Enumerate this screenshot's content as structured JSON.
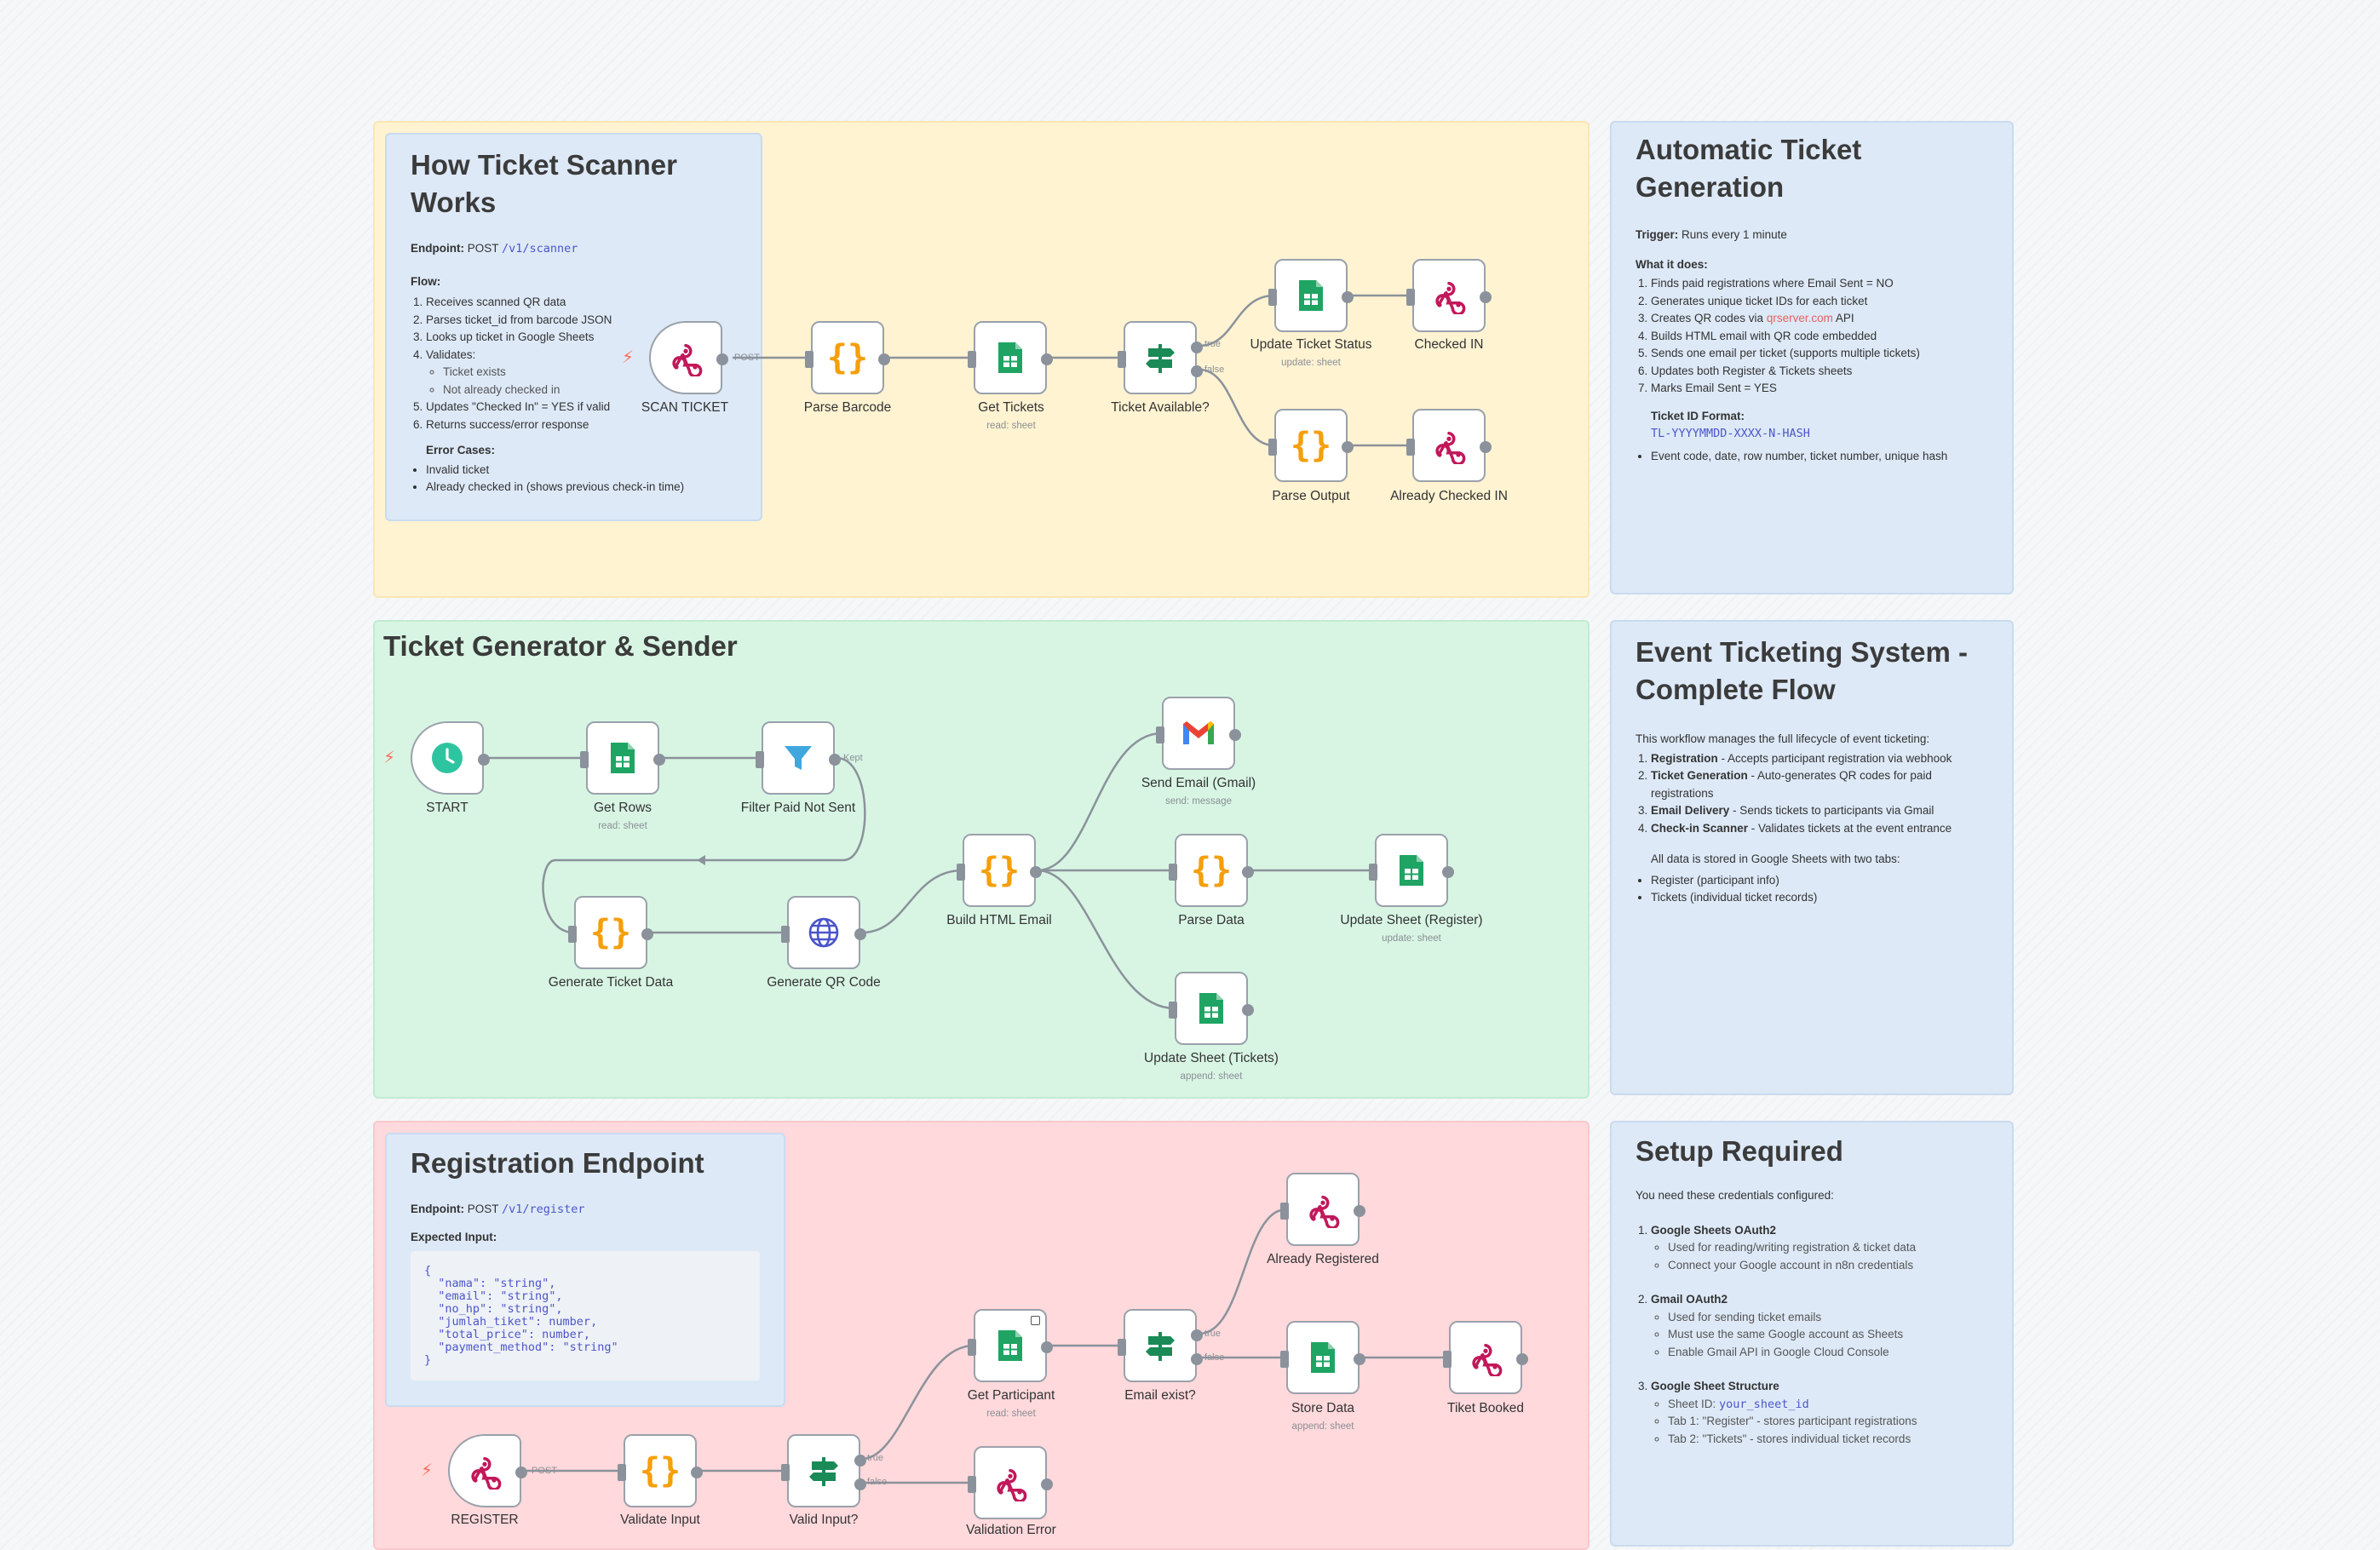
{
  "scanner": {
    "title": "How Ticket Scanner Works",
    "endpoint_label": "Endpoint:",
    "endpoint_method": "POST",
    "endpoint_path": "/v1/scanner",
    "flow_label": "Flow:",
    "flow": [
      "Receives scanned QR data",
      "Parses ticket_id from barcode JSON",
      "Looks up ticket in Google Sheets",
      "Validates:",
      "Updates \"Checked In\" = YES if valid",
      "Returns success/error response"
    ],
    "validates": [
      "Ticket exists",
      "Not already checked in"
    ],
    "errors_label": "Error Cases:",
    "errors": [
      "Invalid ticket",
      "Already checked in (shows previous check-in time)"
    ]
  },
  "auto": {
    "title": "Automatic Ticket Generation",
    "trigger_label": "Trigger:",
    "trigger_text": "Runs every 1 minute",
    "what_label": "What it does:",
    "steps": [
      "Finds paid registrations where Email Sent = NO",
      "Generates unique ticket IDs for each ticket",
      "Creates QR codes via ",
      "Builds HTML email with QR code embedded",
      "Sends one email per ticket (supports multiple tickets)",
      "Updates both Register & Tickets sheets",
      "Marks Email Sent = YES"
    ],
    "qr_service": "qrserver.com",
    "qr_suffix": " API",
    "format_label": "Ticket ID Format:",
    "format_code": "TL-YYYYMMDD-XXXX-N-HASH",
    "format_desc": "Event code, date, row number, ticket number, unique hash"
  },
  "generator": {
    "title": "Ticket Generator & Sender"
  },
  "system": {
    "title": "Event Ticketing System - Complete Flow",
    "intro": "This workflow manages the full lifecycle of event ticketing:",
    "items": [
      {
        "b": "Registration",
        "t": " - Accepts participant registration via webhook"
      },
      {
        "b": "Ticket Generation",
        "t": " - Auto-generates QR codes for paid registrations"
      },
      {
        "b": "Email Delivery",
        "t": " - Sends tickets to participants via Gmail"
      },
      {
        "b": "Check-in Scanner",
        "t": " - Validates tickets at the event entrance"
      }
    ],
    "stored": "All data is stored in Google Sheets with two tabs:",
    "tabs": [
      "Register (participant info)",
      "Tickets (individual ticket records)"
    ]
  },
  "registration": {
    "title": "Registration Endpoint",
    "endpoint_label": "Endpoint:",
    "endpoint_method": "POST",
    "endpoint_path": "/v1/register",
    "input_label": "Expected Input:",
    "json": "{\n  \"nama\": \"string\",\n  \"email\": \"string\",\n  \"no_hp\": \"string\",\n  \"jumlah_tiket\": number,\n  \"total_price\": number,\n  \"payment_method\": \"string\"\n}"
  },
  "setup": {
    "title": "Setup Required",
    "intro": "You need these credentials configured:",
    "s1": "Google Sheets OAuth2",
    "s1_items": [
      "Used for reading/writing registration & ticket data",
      "Connect your Google account in n8n credentials"
    ],
    "s2": "Gmail OAuth2",
    "s2_items": [
      "Used for sending ticket emails",
      "Must use the same Google account as Sheets",
      "Enable Gmail API in Google Cloud Console"
    ],
    "s3": "Google Sheet Structure",
    "s3_sheet_label": "Sheet ID: ",
    "s3_sheet_code": "your_sheet_id",
    "s3_items": [
      "Tab 1: \"Register\" - stores participant registrations",
      "Tab 2: \"Tickets\" - stores individual ticket records"
    ]
  },
  "nodes": {
    "scan_ticket": "SCAN TICKET",
    "parse_barcode": "Parse Barcode",
    "get_tickets": "Get Tickets",
    "get_tickets_sub": "read: sheet",
    "ticket_available": "Ticket Available?",
    "update_ticket_status": "Update Ticket Status",
    "update_ticket_status_sub": "update: sheet",
    "checked_in": "Checked IN",
    "parse_output": "Parse Output",
    "already_checked_in": "Already Checked IN",
    "start": "START",
    "get_rows": "Get Rows",
    "get_rows_sub": "read: sheet",
    "filter_paid": "Filter Paid Not Sent",
    "generate_ticket_data": "Generate Ticket Data",
    "generate_qr": "Generate QR Code",
    "build_html": "Build HTML Email",
    "send_email": "Send Email (Gmail)",
    "send_email_sub": "send: message",
    "parse_data": "Parse Data",
    "update_register": "Update Sheet (Register)",
    "update_register_sub": "update: sheet",
    "update_tickets": "Update Sheet (Tickets)",
    "update_tickets_sub": "append: sheet",
    "register": "REGISTER",
    "validate_input": "Validate Input",
    "valid_input": "Valid Input?",
    "validation_error": "Validation Error",
    "get_participant": "Get Participant",
    "get_participant_sub": "read: sheet",
    "email_exist": "Email exist?",
    "already_registered": "Already Registered",
    "store_data": "Store Data",
    "store_data_sub": "append: sheet",
    "ticket_booked": "Tiket Booked"
  },
  "ports": {
    "post": "POST",
    "true": "true",
    "false": "false",
    "kaps": "Kept"
  },
  "colors": {
    "sheets": "#1fa463",
    "code": "#f59f0b",
    "if": "#1a8a56",
    "webhook": "#c2185b",
    "filter": "#3fa7dd",
    "http": "#4a55c9",
    "schedule": "#2fc4a0"
  }
}
